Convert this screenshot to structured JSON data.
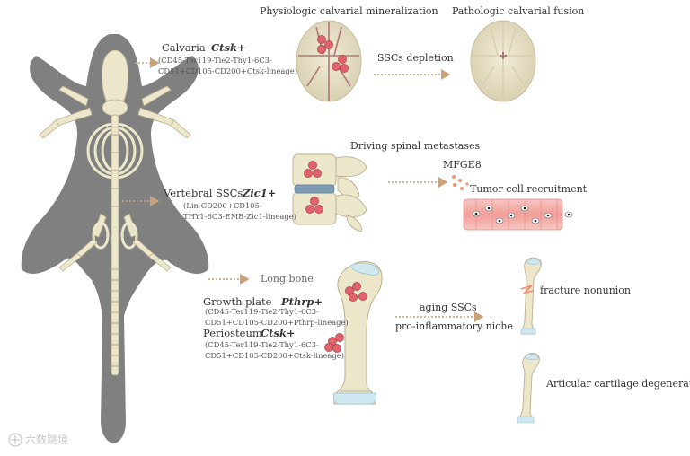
{
  "calvaria": {
    "label": "Calvaria",
    "gene": "Ctsk+",
    "markers_line1": "(CD45-Ter119-Tie2-Thy1-6C3-",
    "markers_line2": "CD51+CD105-CD200+Ctsk-lineage)"
  },
  "skull": {
    "physiologic_title": "Physiologic calvarial mineralization",
    "pathologic_title": "Pathologic calvarial fusion",
    "transition_label": "SSCs depletion"
  },
  "vertebral": {
    "label": "Vertebral SSCs",
    "gene": "Zic1+",
    "markers_line1": "(Lin-CD200+CD105-",
    "markers_line2": "THY1-6C3-EMB-Zic1-lineage)",
    "spine_title": "Driving spinal metastases",
    "factor": "MFGE8",
    "outcome": "Tumor cell recruitment"
  },
  "long_bone": {
    "title": "Long bone",
    "growth_plate_label": "Growth plate",
    "growth_plate_gene": "Pthrp+",
    "growth_plate_markers_line1": "(CD45-Ter119-Tie2-Thy1-6C3-",
    "growth_plate_markers_line2": "CD51+CD105-CD200+Pthrp-lineage)",
    "periosteum_label": "Periosteum",
    "periosteum_gene": "Ctsk+",
    "periosteum_markers_line1": "(CD45-Ter119-Tie2-Thy1-6C3-",
    "periosteum_markers_line2": "CD51+CD105-CD200+Ctsk-lineage)",
    "aging_label": "aging SSCs",
    "niche_label": "pro-inflammatory niche",
    "outcome_1": "fracture nonunion",
    "outcome_2": "Articular cartilage degeneration"
  },
  "watermark": "六数跳境",
  "colors": {
    "mouse_body": "#808080",
    "bone": "#ece6cb",
    "bone_outline": "#b9ae8f",
    "cartilage": "#cfe7ef",
    "cell": "#e0636c",
    "arrow": "#c9a27a",
    "suture": "#b07878",
    "vessel": "#f2b2ad"
  }
}
